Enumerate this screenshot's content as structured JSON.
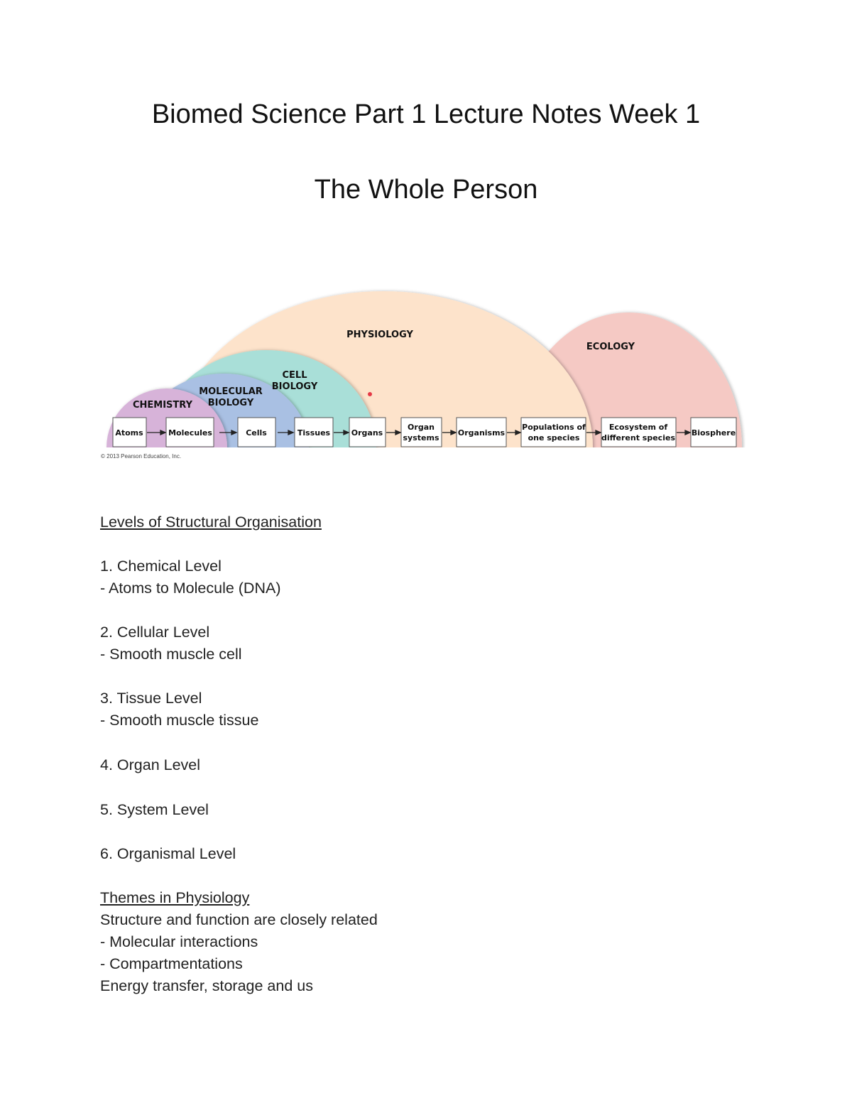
{
  "document": {
    "title": "Biomed Science Part 1 Lecture Notes Week 1",
    "subtitle": "The Whole Person"
  },
  "figure": {
    "fields": {
      "chemistry": "CHEMISTRY",
      "molecular_1": "MOLECULAR",
      "molecular_2": "BIOLOGY",
      "cell_1": "CELL",
      "cell_2": "BIOLOGY",
      "physiology": "PHYSIOLOGY",
      "ecology": "ECOLOGY"
    },
    "colors": {
      "chemistry": "#d7b3d9",
      "molecular": "#a9c0e3",
      "cell": "#a9dfd8",
      "physiology": "#fde3cb",
      "ecology": "#f5c9c4"
    },
    "boxes": [
      {
        "l1": "Atoms",
        "l2": ""
      },
      {
        "l1": "Molecules",
        "l2": ""
      },
      {
        "l1": "Cells",
        "l2": ""
      },
      {
        "l1": "Tissues",
        "l2": ""
      },
      {
        "l1": "Organs",
        "l2": ""
      },
      {
        "l1": "Organ",
        "l2": "systems"
      },
      {
        "l1": "Organisms",
        "l2": ""
      },
      {
        "l1": "Populations of",
        "l2": "one species"
      },
      {
        "l1": "Ecosystem of",
        "l2": "different species"
      },
      {
        "l1": "Biosphere",
        "l2": ""
      }
    ],
    "copyright": "© 2013 Pearson Education, Inc."
  },
  "sections": {
    "levels_heading": "Levels of Structural Organisation",
    "l1": "1. Chemical Level",
    "l1_sub": "- Atoms to Molecule (DNA)",
    "l2": "2. Cellular Level",
    "l2_sub": "- Smooth muscle cell",
    "l3": "3. Tissue Level",
    "l3_sub": "- Smooth muscle tissue",
    "l4": "4. Organ Level",
    "l5": "5. System Level",
    "l6": "6. Organismal Level",
    "themes_heading": "Themes in Physiology",
    "t1": "Structure and function are closely related",
    "t1_a": "- Molecular interactions",
    "t1_b": "- Compartmentations",
    "t2": "Energy transfer, storage and us"
  }
}
